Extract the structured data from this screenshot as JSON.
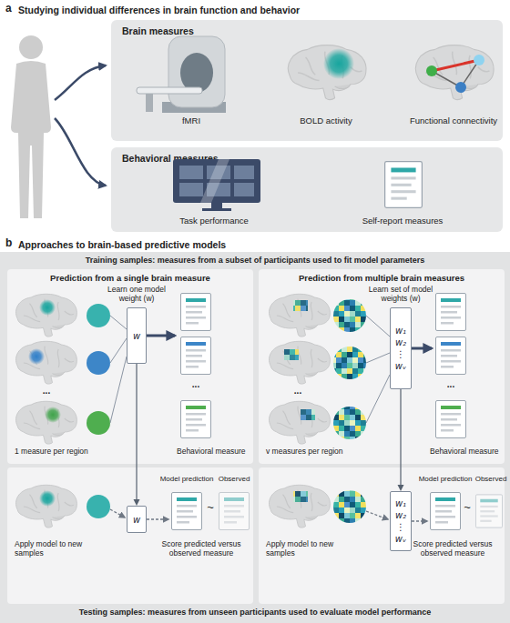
{
  "diagram": {
    "nodes": [
      {
        "text": [
          "Brain measures",
          "fMRI",
          "BOLD activity",
          "Functional connectivity"
        ]
      },
      {
        "text": [
          "Behavioral measures",
          "Task performance",
          "Self-report measures"
        ]
      },
      {
        "text": [
          "Training samples: measures from a subset of participants used to fit model parameters",
          "Testing samples: measures from unseen participants used to evaluate model performance"
        ]
      },
      {
        "text": [
          "Prediction from a single brain measure",
          "Learn one model weight (w)",
          "1 measure per region",
          "Behavioral measure"
        ],
        "in": 2
      },
      {
        "text": [
          "Prediction from multiple brain measures",
          "Learn set of model weights (w)",
          "v measures per region",
          "Behavioral measure"
        ],
        "in": 2
      },
      {
        "text": [
          "Apply model to new samples",
          "Model prediction",
          "Observed",
          "Score predicted versus observed measure"
        ],
        "in": 2
      },
      {
        "text": [
          "Apply model to new samples",
          "Model prediction",
          "Observed",
          "Score predicted versus observed measure"
        ],
        "in": 2
      },
      {
        "text": [
          "w"
        ],
        "in": 3
      },
      {
        "text": [
          "w₁",
          "w₂",
          "⋮",
          "wᵥ"
        ],
        "in": 4
      },
      {
        "text": [
          "w"
        ],
        "in": 5
      },
      {
        "text": [
          "w₁",
          "w₂",
          "⋮",
          "wᵥ"
        ],
        "in": 6
      }
    ],
    "edges": [
      {
        "from": 7,
        "to": 9,
        "arrow": "to"
      },
      {
        "from": 8,
        "to": 10,
        "arrow": "to"
      }
    ],
    "labels": [
      "a",
      "Studying individual differences in brain function and behavior",
      "b",
      "Approaches to brain-based predictive models",
      "...",
      "...",
      "...",
      "...",
      "~",
      "~"
    ]
  }
}
